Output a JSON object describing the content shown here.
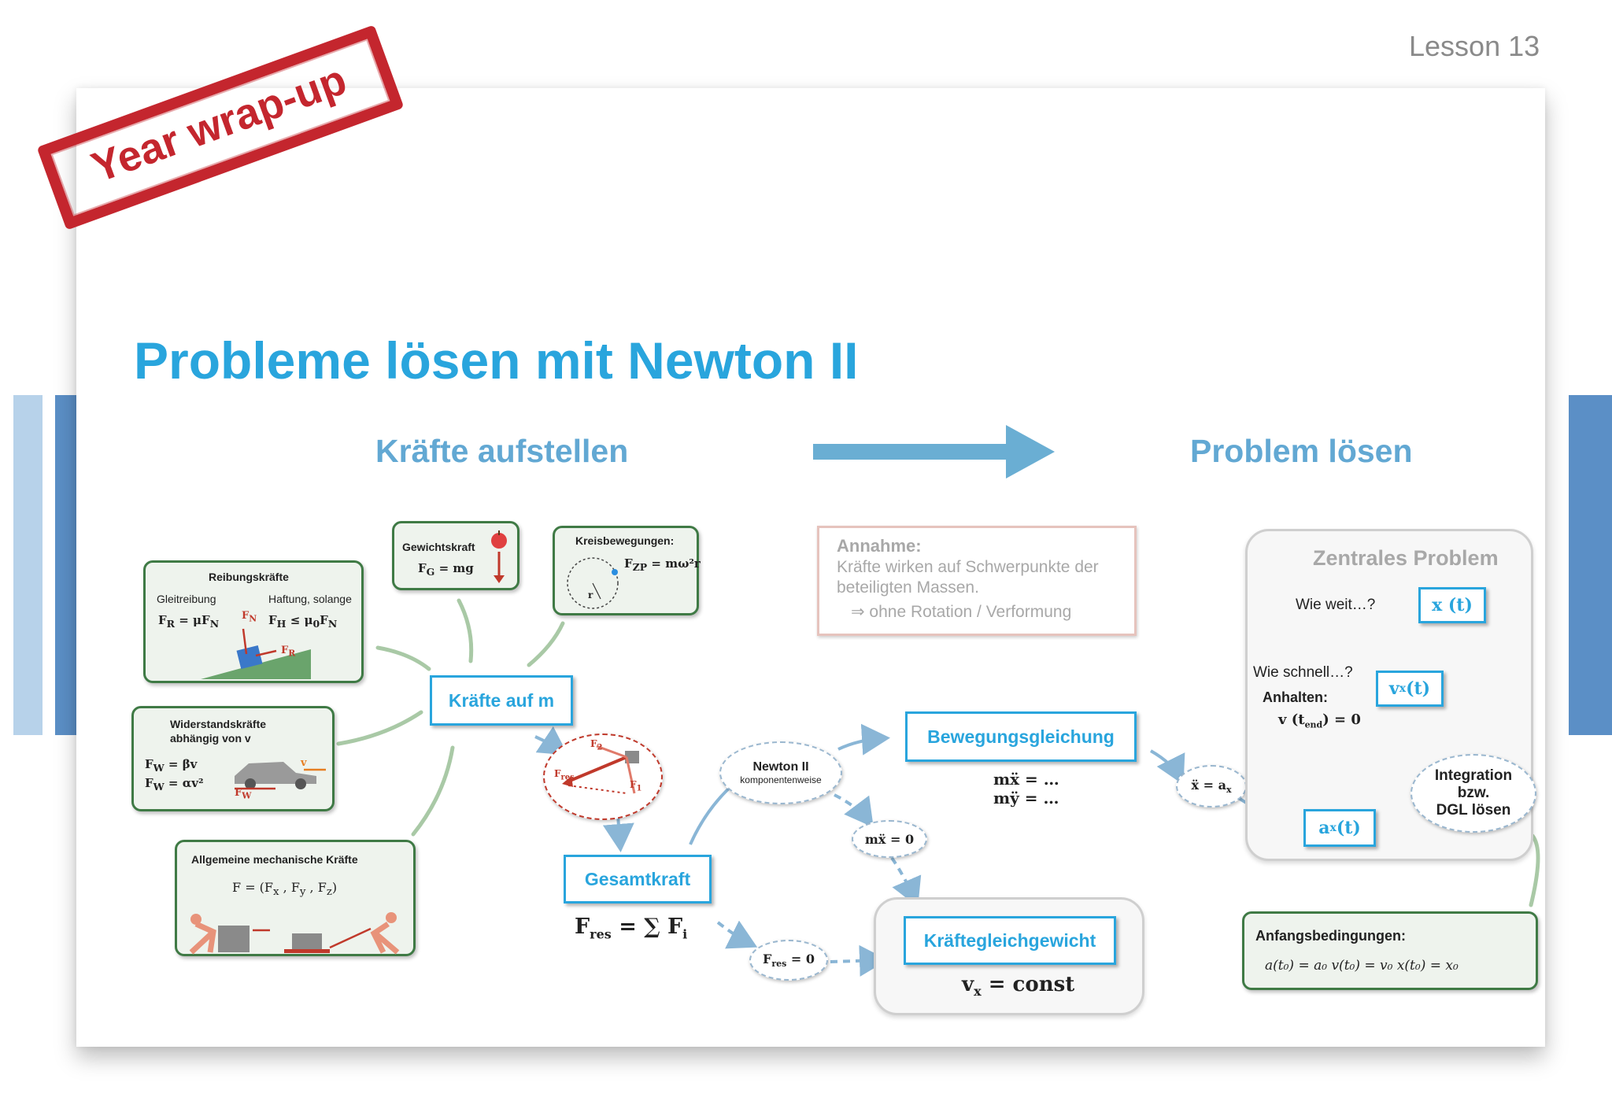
{
  "lesson": "Lesson 13",
  "stamp": "Year wrap-up",
  "title": "Probleme lösen mit Newton II",
  "sections": {
    "left": "Kräfte aufstellen",
    "right": "Problem lösen"
  },
  "boxes": {
    "reibung": {
      "title": "Reibungskräfte",
      "left": "Gleitreibung",
      "right": "Haftung, solange",
      "f1": "F",
      "f1sub": "R",
      "f1rhs": " = μF",
      "f1rhssub": "N",
      "f2": "F",
      "f2sub": "H",
      "f2rhs": " ≤ μ",
      "f2mid": "0",
      "f2rhs2": "F",
      "f2rhssub": "N",
      "lblN": "F",
      "lblNsub": "N",
      "lblR": "F",
      "lblRsub": "R"
    },
    "gewicht": {
      "title": "Gewichtskraft",
      "formula": "F",
      "sub": "G",
      "rhs": " = mg"
    },
    "kreis": {
      "title": "Kreisbewegungen:",
      "formula": "F",
      "sub": "ZP",
      "rhs": " = mω²r",
      "r": "r"
    },
    "widerstand": {
      "title1": "Widerstandskräfte",
      "title2": "abhängig von v",
      "f1": "F",
      "f1sub": "W",
      "f1rhs": " = βv",
      "f2": "F",
      "f2sub": "W",
      "f2rhs": " = αv²",
      "lblW": "F",
      "lblWsub": "W",
      "lblV": "v"
    },
    "allgemein": {
      "title": "Allgemeine mechanische Kräfte",
      "formula": "F = (F",
      "x": "x",
      "sep1": " , F",
      "y": "y",
      "sep2": " , F",
      "z": "z",
      "end": ")"
    },
    "kraefte": "Kräfte auf m",
    "bubbleForces": {
      "f2": "F",
      "f2sub": "2",
      "fres": "F",
      "fressub": "res",
      "f1": "F",
      "f1sub": "1"
    },
    "gesamt": {
      "label": "Gesamtkraft",
      "lhs": "F",
      "lhssub": "res",
      "eq": " = ∑ ",
      "rhs": "F",
      "rhssub": "i"
    },
    "newton": {
      "line1": "Newton II",
      "line2": "komponentenweise"
    },
    "bewegung": {
      "label": "Bewegungsgleichung",
      "eq1": "mẍ = …",
      "eq2": "mÿ = …"
    },
    "mx0": "mẍ = 0",
    "fres0": {
      "lhs": "F",
      "sub": "res",
      "rhs": " = 0"
    },
    "gleich": {
      "label": "Kräftegleichgewicht",
      "eq": "v",
      "sub": "x",
      "rhs": " = const"
    },
    "annahme": {
      "head": "Annahme:",
      "line1": "Kräfte wirken auf Schwerpunkte der",
      "line2": "beteiligten Massen.",
      "line3": "⇒ ohne Rotation / Verformung"
    },
    "xa": {
      "lhs": "ẍ = a",
      "sub": "x"
    },
    "zentral": {
      "title": "Zentrales Problem",
      "weit": "Wie weit…?",
      "xt": "x (t)",
      "schnell": "Wie schnell…?",
      "vt": "v",
      "vtsub": "x",
      "vtend": " (t)",
      "anhalten": "Anhalten:",
      "vend": "v (t",
      "vendsub": "end",
      "vendrhs": ") = 0",
      "at": "a",
      "atsub": "x",
      "atend": " (t)"
    },
    "integration": {
      "l1": "Integration",
      "l2": "bzw.",
      "l3": "DGL lösen"
    },
    "anfang": {
      "title": "Anfangsbedingungen:",
      "formula": "a(t₀) = a₀   v(t₀) = v₀   x(t₀) = x₀"
    }
  }
}
